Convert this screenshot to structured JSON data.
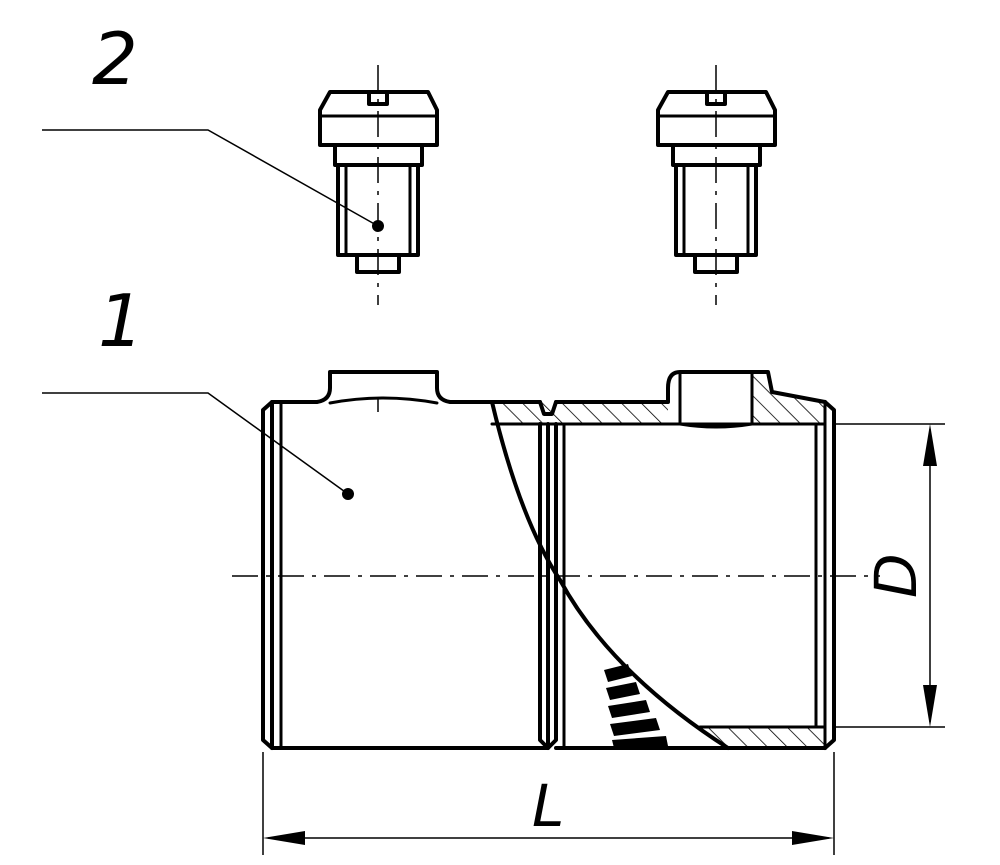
{
  "labels": {
    "part_1": "1",
    "part_2": "2",
    "dim_length": "L",
    "dim_diameter": "D"
  }
}
